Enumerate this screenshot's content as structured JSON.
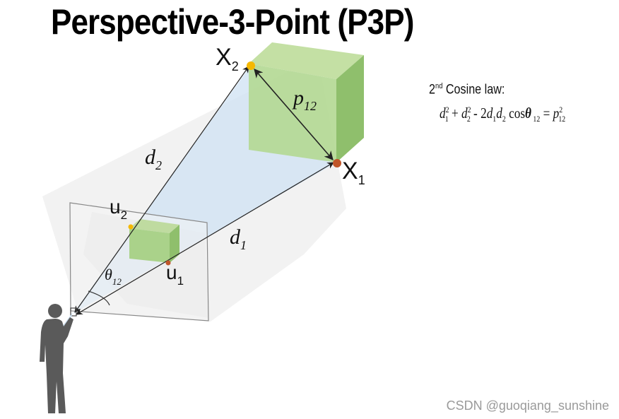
{
  "title": "Perspective-3-Point (P3P)",
  "labels": {
    "X2": "X",
    "X2_sub": "2",
    "X1": "X",
    "X1_sub": "1",
    "u2": "u",
    "u2_sub": "2",
    "u1": "u",
    "u1_sub": "1",
    "d2": "d",
    "d2_sub": "2",
    "d1": "d",
    "d1_sub": "1",
    "p12": "p",
    "p12_sub": "12",
    "theta": "θ",
    "theta_sub": "12"
  },
  "cosine_law": {
    "heading_prefix": "2",
    "heading_sup": "nd",
    "heading_rest": " Cosine law:",
    "formula": {
      "d1": "d",
      "d1_sub": "1",
      "d1_sup": "2",
      "plus": " + ",
      "d2": "d",
      "d2_sub": "2",
      "d2_sup": "2",
      "minus": " - 2",
      "d1b": "d",
      "d1b_sub": "1",
      "d2b": "d",
      "d2b_sub": "2",
      "cos": " cos",
      "theta": "θ",
      "theta_sub": " 12",
      "eq": " = ",
      "p": "p",
      "p_sub": "12",
      "p_sup": "2"
    }
  },
  "watermark": "CSDN @guoqiang_sunshine",
  "colors": {
    "cube_top": "#c4e0a4",
    "cube_front": "#abd489",
    "cube_side": "#8fbf6c",
    "ray_fill": "#cfe2f3",
    "point_x2": "#f5b800",
    "point_x1": "#c0562a",
    "person": "#5a5a5a"
  }
}
